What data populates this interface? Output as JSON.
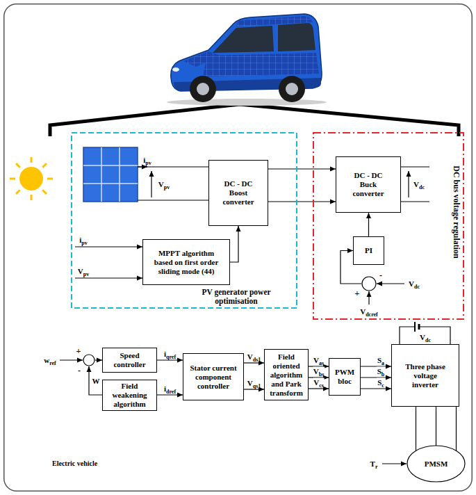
{
  "diagram": {
    "nodes": [
      {
        "text": [
          "Electric vehicle"
        ]
      },
      {
        "text": [
          "PV generator power optimisation"
        ],
        "in": 0
      },
      {
        "text": [
          "DC - DC Boost converter"
        ],
        "in": 1
      },
      {
        "text": [
          "MPPT algorithm based on first order sliding mode (44)"
        ],
        "in": 1
      },
      {
        "text": [
          "DC bus voltage regulation"
        ],
        "in": 0
      },
      {
        "text": [
          "DC - DC Buck converter"
        ],
        "in": 4
      },
      {
        "text": [
          "PI"
        ],
        "in": 4
      },
      {
        "text": [
          "-",
          "+"
        ],
        "in": 4
      },
      {
        "text": [
          "+",
          "-"
        ],
        "in": 0
      },
      {
        "text": [
          "Speed controller"
        ],
        "in": 0
      },
      {
        "text": [
          "Field weakening algorithm"
        ],
        "in": 0
      },
      {
        "text": [
          "Stator current component controller"
        ],
        "in": 0
      },
      {
        "text": [
          "Field oriented algorithm and Park transform"
        ],
        "in": 0
      },
      {
        "text": [
          "PWM bloc"
        ],
        "in": 0
      },
      {
        "text": [
          "Three phase voltage inverter"
        ],
        "in": 0
      },
      {
        "text": [
          "PMSM"
        ],
        "in": 0
      }
    ],
    "edges": [
      {
        "from": 2,
        "to": 5,
        "arrow": "to"
      },
      {
        "from": 2,
        "to": 5,
        "arrow": "to"
      },
      {
        "from": 3,
        "to": 2,
        "arrow": "to"
      },
      {
        "from": 6,
        "to": 5,
        "arrow": "to"
      },
      {
        "from": 7,
        "to": 6,
        "arrow": "to"
      },
      {
        "from": 8,
        "to": 9,
        "arrow": "to"
      },
      {
        "from": 10,
        "to": 8,
        "arrow": "to",
        "label": "W"
      },
      {
        "from": 9,
        "to": 11,
        "arrow": "to",
        "label": "iqref"
      },
      {
        "from": 10,
        "to": 11,
        "arrow": "to",
        "label": "idref"
      },
      {
        "from": 11,
        "to": 12,
        "arrow": "to",
        "label": "Vds1"
      },
      {
        "from": 11,
        "to": 12,
        "arrow": "to",
        "label": "Vqs1"
      },
      {
        "from": 12,
        "to": 13,
        "arrow": "to",
        "label": "Vas"
      },
      {
        "from": 12,
        "to": 13,
        "arrow": "to",
        "label": "Vbs"
      },
      {
        "from": 12,
        "to": 13,
        "arrow": "to",
        "label": "Vcs"
      },
      {
        "from": 13,
        "to": 14,
        "arrow": "to",
        "label": "Sa"
      },
      {
        "from": 13,
        "to": 14,
        "arrow": "to",
        "label": "Sb"
      },
      {
        "from": 13,
        "to": 14,
        "arrow": "to",
        "label": "Sc"
      },
      {
        "from": 14,
        "to": 15,
        "arrow": "none"
      },
      {
        "from": 14,
        "to": 15,
        "arrow": "none"
      },
      {
        "from": 14,
        "to": 15,
        "arrow": "none"
      }
    ],
    "labels": [
      "ipv",
      "Vpv",
      "ipv",
      "Vpv",
      "Vdc",
      "Vdc",
      "Vdcref",
      "wref",
      "Vdc",
      "Tr"
    ]
  }
}
